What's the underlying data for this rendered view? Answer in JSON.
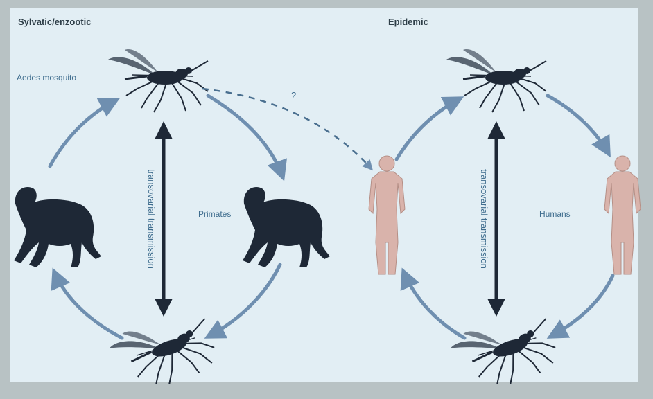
{
  "panels": {
    "left_title": "Sylvatic/enzootic",
    "right_title": "Epidemic"
  },
  "labels": {
    "aedes_mosquito": "Aedes mosquito",
    "primates": "Primates",
    "humans": "Humans",
    "question_mark": "?",
    "transmission_left": "transovarial transmission",
    "transmission_right": "transovarial transmission"
  },
  "colors": {
    "background": "#e2eef4",
    "frame": "#b8c2c4",
    "arrow": "#6f8fb0",
    "silhouette": "#1e2836",
    "human": "#d9b3ab",
    "label": "#3f6d8e"
  },
  "icons": {
    "vector": "mosquito-icon",
    "sylvatic_host": "primate-icon",
    "epidemic_host": "human-icon"
  }
}
